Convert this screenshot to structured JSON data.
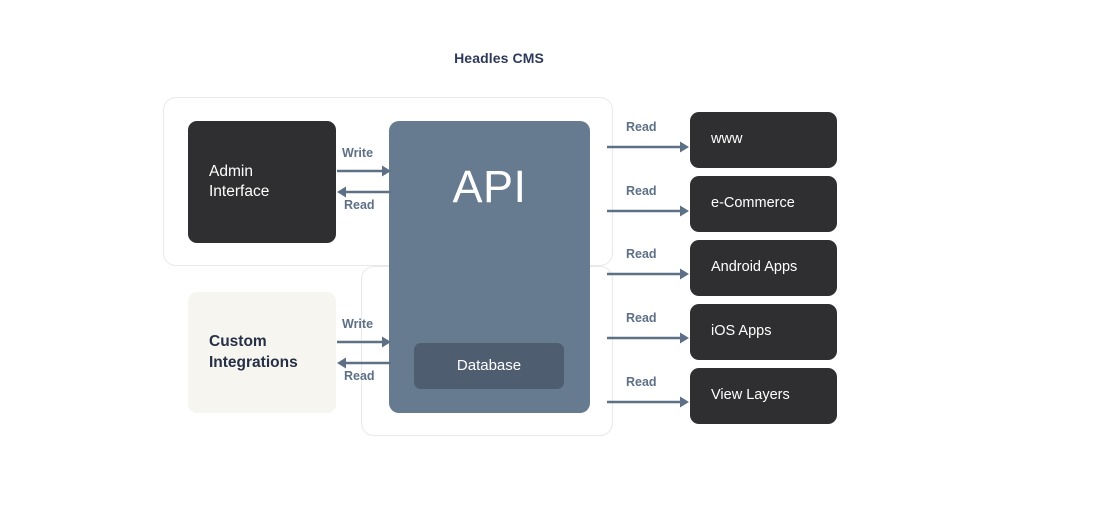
{
  "title": "Headles CMS",
  "colors": {
    "dark_node": "#2F2F31",
    "cream_node": "#F7F5F0",
    "api_node": "#667A90",
    "database_node": "#4F5D70",
    "arrow": "#5D7086",
    "title_text": "#2E3A59",
    "container_border": "#E9E9EB"
  },
  "nodes": {
    "admin": {
      "label": "Admin\nInterface"
    },
    "custom": {
      "label": "Custom\nIntegrations"
    },
    "api": {
      "label": "API"
    },
    "database": {
      "label": "Database"
    }
  },
  "consumers": [
    {
      "label": "www"
    },
    {
      "label": "e-Commerce"
    },
    {
      "label": "Android Apps"
    },
    {
      "label": "iOS Apps"
    },
    {
      "label": "View Layers"
    }
  ],
  "bidirectional_arrows": [
    {
      "write_label": "Write",
      "read_label": "Read",
      "source": "admin"
    },
    {
      "write_label": "Write",
      "read_label": "Read",
      "source": "custom"
    }
  ],
  "read_arrows": [
    {
      "label": "Read",
      "target": "www"
    },
    {
      "label": "Read",
      "target": "e-Commerce"
    },
    {
      "label": "Read",
      "target": "Android Apps"
    },
    {
      "label": "Read",
      "target": "iOS Apps"
    },
    {
      "label": "Read",
      "target": "View Layers"
    }
  ]
}
